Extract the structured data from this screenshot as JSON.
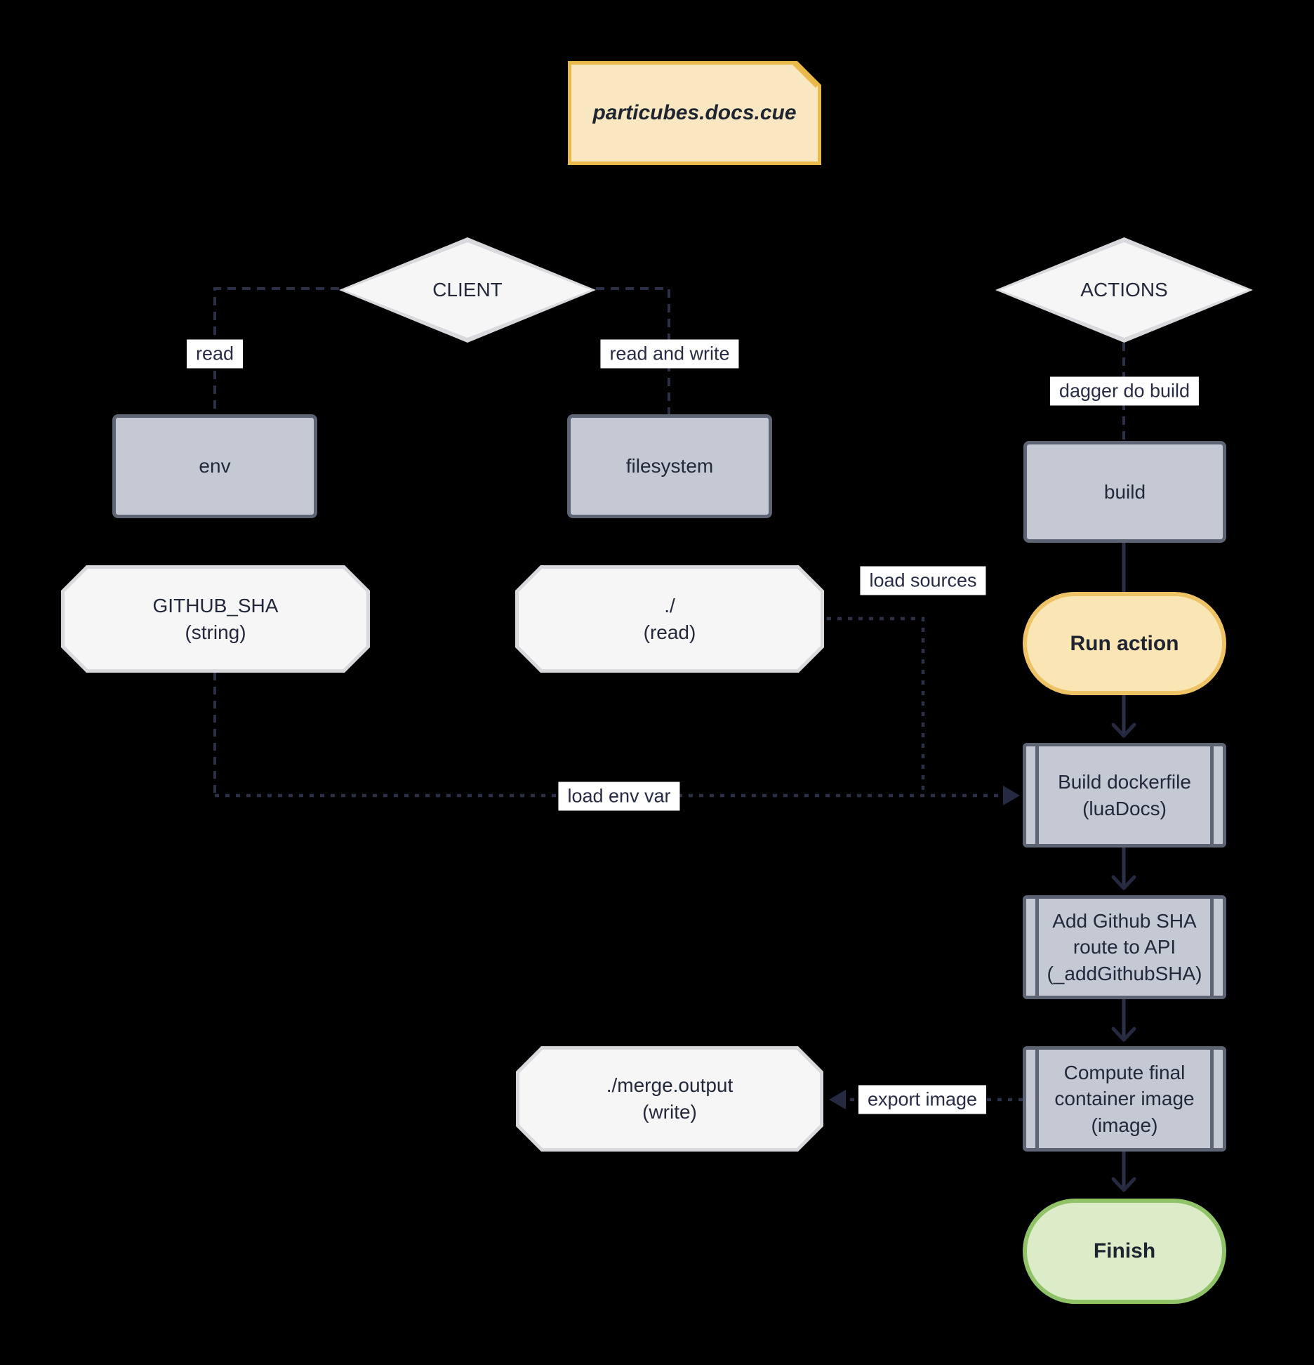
{
  "diagram": {
    "note": {
      "title": "particubes.docs.cue"
    },
    "nodes": {
      "client": "CLIENT",
      "actions": "ACTIONS",
      "env": "env",
      "filesystem": "filesystem",
      "build": "build",
      "github_sha": "GITHUB_SHA\n(string)",
      "dot_read": "./\n(read)",
      "run_action": "Run action",
      "build_dockerfile": "Build dockerfile\n(luaDocs)",
      "add_github_sha": "Add Github SHA\nroute to API\n(_addGithubSHA)",
      "merge_output": "./merge.output\n(write)",
      "compute_final": "Compute final\ncontainer image\n(image)",
      "finish": "Finish"
    },
    "edge_labels": {
      "read": "read",
      "read_and_write": "read and write",
      "dagger_do_build": "dagger do build",
      "load_sources": "load sources",
      "load_env_var": "load env var",
      "export_image": "export image"
    },
    "colors": {
      "background": "#000000",
      "note_fill": "#F8E7C0",
      "note_border": "#E9B94A",
      "light_shape_fill": "#F6F6F7",
      "light_shape_border": "#D8D8DD",
      "box_fill": "#C5C9D3",
      "box_border": "#5D6474",
      "run_action_fill": "#FAE5B5",
      "run_action_border": "#EEC365",
      "finish_fill": "#DCEBC8",
      "finish_border": "#90C268",
      "edge_line": "#2B3047",
      "arrowhead": "#252A40",
      "edge_label_bg": "#FFFFFF",
      "edge_label_text": "#272C44",
      "node_text": "#23283A"
    }
  }
}
